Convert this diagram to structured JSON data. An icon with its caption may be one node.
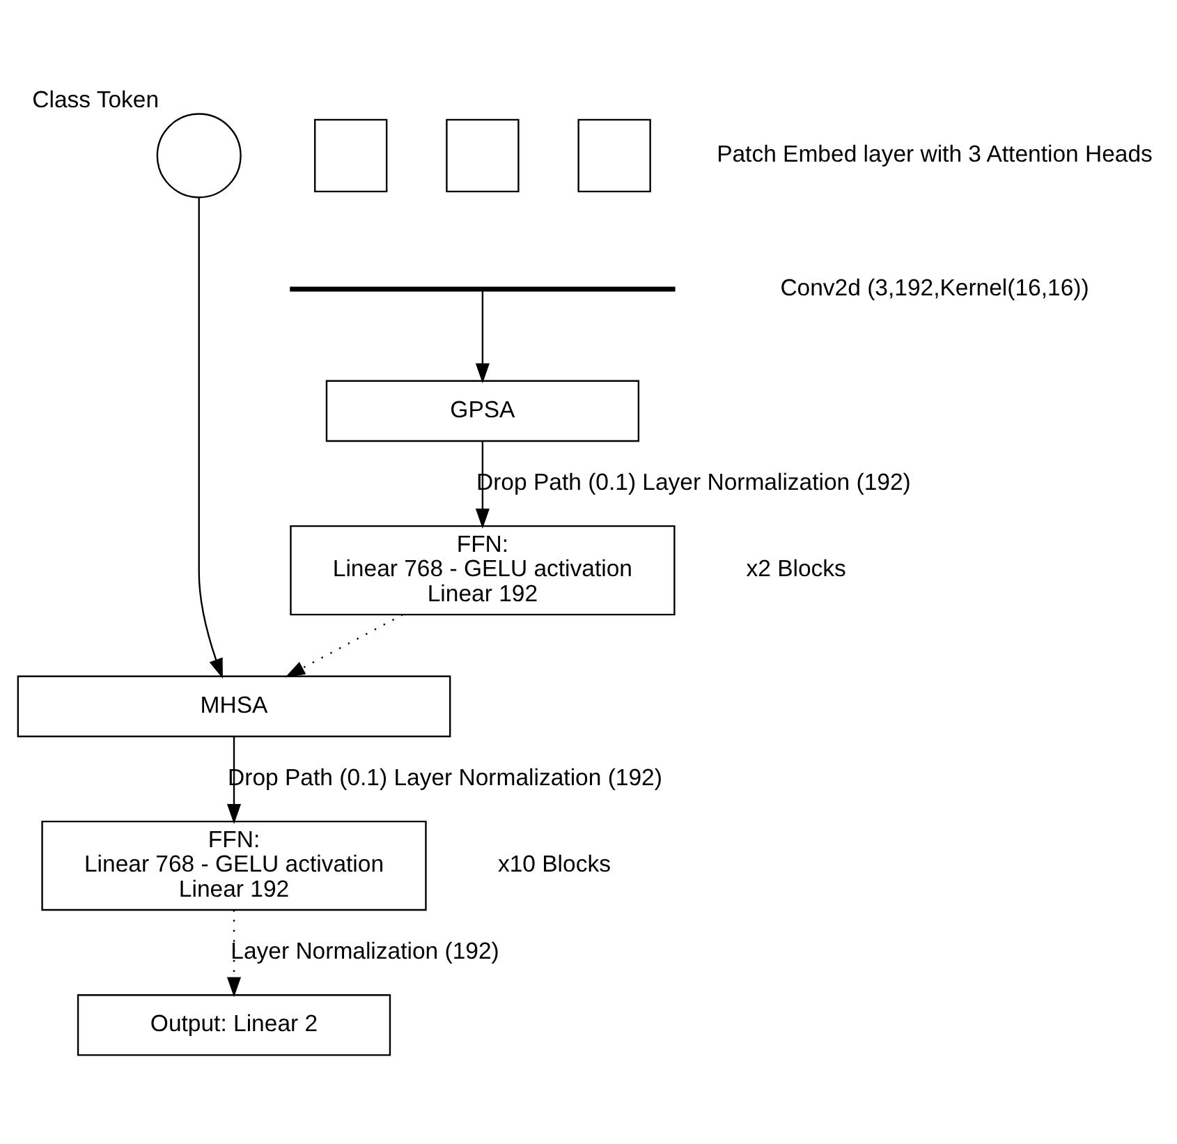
{
  "diagram": {
    "nodes": [
      {
        "text": [],
        "shape": "circle",
        "beside": [
          "Class Token"
        ]
      },
      {
        "text": [],
        "shape": "box"
      },
      {
        "text": [],
        "shape": "box"
      },
      {
        "text": [],
        "shape": "box"
      },
      {
        "text": [],
        "shape": "bar"
      },
      {
        "text": [
          "GPSA"
        ]
      },
      {
        "text": [
          "FFN:",
          "Linear 768 - GELU activation",
          "Linear 192"
        ]
      },
      {
        "text": [
          "MHSA"
        ]
      },
      {
        "text": [
          "FFN:",
          "Linear 768 - GELU activation",
          "Linear 192"
        ]
      },
      {
        "text": [
          "Output: Linear 2"
        ]
      }
    ],
    "edges": [
      {
        "from": 4,
        "to": 5,
        "arrow": "to"
      },
      {
        "from": 5,
        "to": 6,
        "arrow": "to",
        "label": "Drop Path (0.1) Layer Normalization (192)"
      },
      {
        "from": 6,
        "to": 7,
        "arrow": "to",
        "style": "dashed"
      },
      {
        "from": 0,
        "to": 7,
        "arrow": "to"
      },
      {
        "from": 7,
        "to": 8,
        "arrow": "to",
        "label": "Drop Path (0.1) Layer Normalization (192)"
      },
      {
        "from": 8,
        "to": 9,
        "arrow": "to",
        "style": "dashed",
        "label": "Layer Normalization (192)"
      }
    ],
    "labels": [
      "Patch Embed layer with 3 Attention Heads",
      "Conv2d (3,192,Kernel(16,16))",
      "x2 Blocks",
      "x10 Blocks"
    ]
  }
}
